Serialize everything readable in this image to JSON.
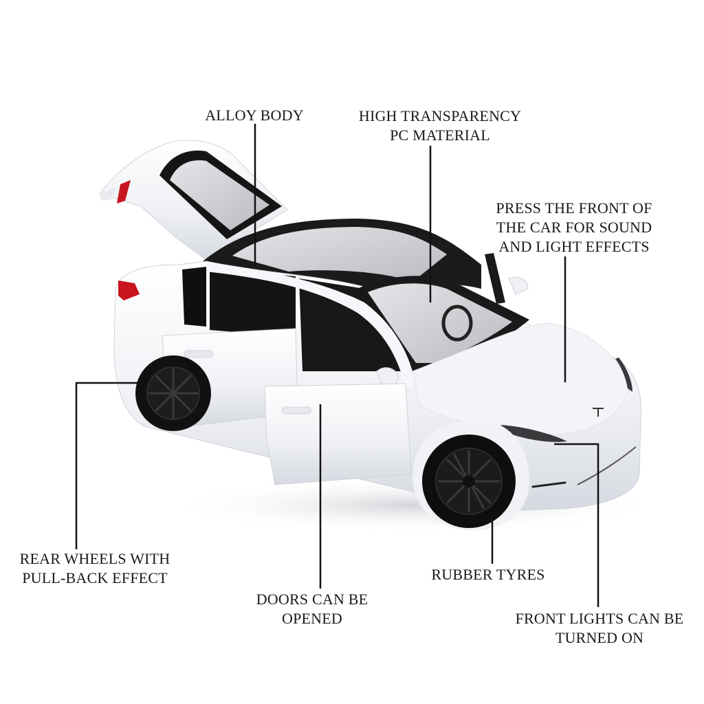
{
  "product": {
    "subject": "white die-cast toy SUV model with doors, trunk and panoramic roof",
    "colors": {
      "body": "#f4f5f8",
      "body_shadow": "#d9dce3",
      "glass": "#cfd1d6",
      "trim": "#151515",
      "tail_light": "#c8141e",
      "text": "#1a1a1a",
      "leader_line": "#111111",
      "background": "#ffffff"
    }
  },
  "callouts": [
    {
      "id": "alloy-body",
      "lines": [
        "ALLOY BODY"
      ]
    },
    {
      "id": "pc-material",
      "lines": [
        "HIGH TRANSPARENCY",
        "PC MATERIAL"
      ]
    },
    {
      "id": "sound-light",
      "lines": [
        "PRESS THE FRONT OF",
        "THE CAR FOR SOUND",
        "AND LIGHT EFFECTS"
      ]
    },
    {
      "id": "rear-wheels",
      "lines": [
        "REAR WHEELS WITH",
        "PULL-BACK EFFECT"
      ]
    },
    {
      "id": "doors",
      "lines": [
        "DOORS CAN BE",
        "OPENED"
      ]
    },
    {
      "id": "tyres",
      "lines": [
        "RUBBER TYRES"
      ]
    },
    {
      "id": "front-lights",
      "lines": [
        "FRONT LIGHTS CAN BE",
        "TURNED ON"
      ]
    }
  ]
}
